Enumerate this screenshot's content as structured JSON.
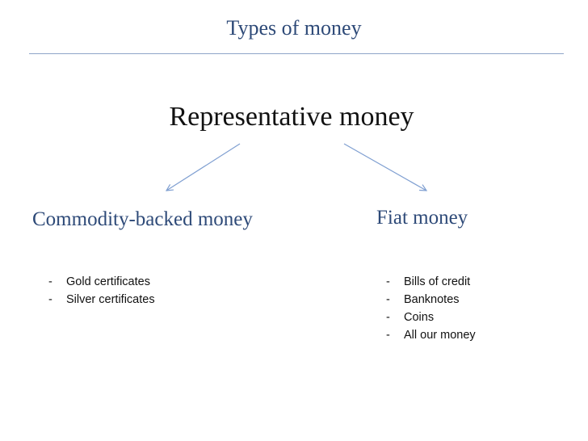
{
  "slide": {
    "title": "Types of money",
    "root_node": "Representative money",
    "left_branch": {
      "label": "Commodity-backed money",
      "items": [
        "Gold certificates",
        "Silver certificates"
      ]
    },
    "right_branch": {
      "label": "Fiat money",
      "items": [
        "Bills of credit",
        "Banknotes",
        "Coins",
        "All our money"
      ]
    },
    "bullet_marker": "-"
  },
  "colors": {
    "title": "#2e4a78",
    "branch_label": "#2e4a78",
    "arrow": "#7f9fd1",
    "rule": "#8ea5c8",
    "text": "#111111"
  }
}
